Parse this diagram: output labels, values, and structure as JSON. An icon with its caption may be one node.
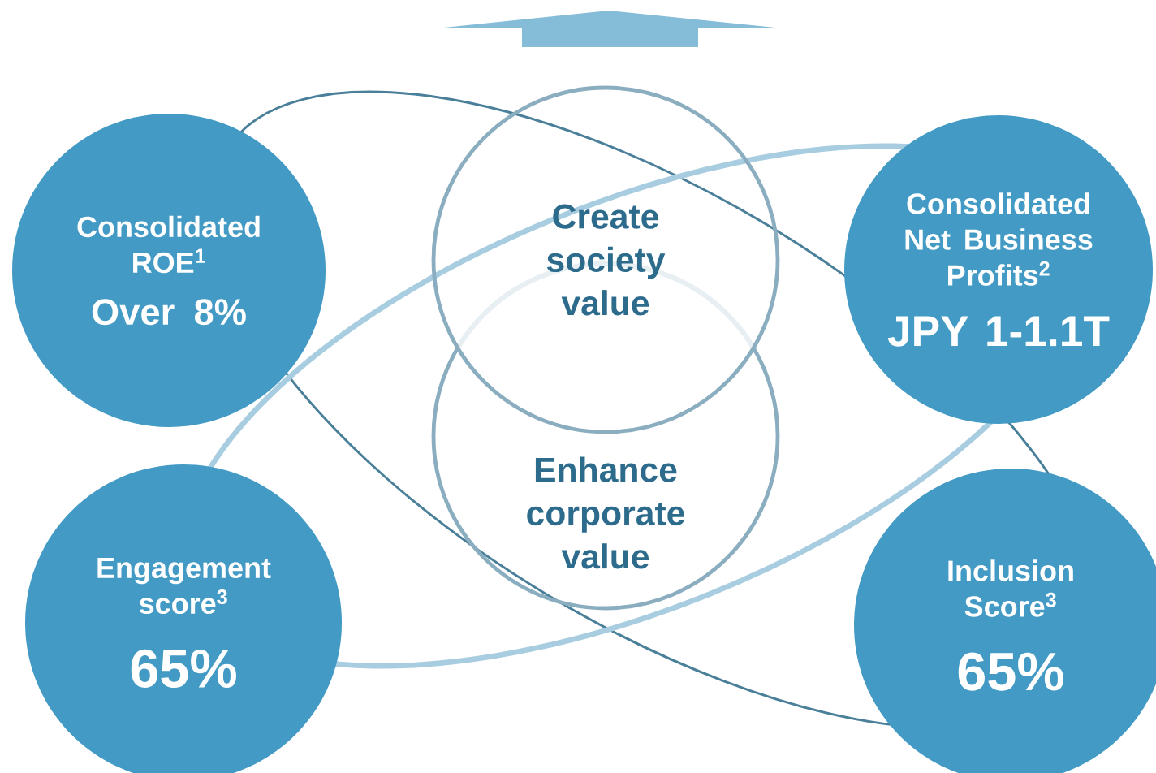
{
  "diagram": {
    "nodes": [
      {
        "text": [
          "Consolidated ROE$^{1}$",
          "Over 8%"
        ]
      },
      {
        "text": [
          "Create society value"
        ]
      },
      {
        "text": [
          "Enhance corporate value"
        ]
      },
      {
        "text": [
          "Consolidated Net Business Profits$^{2}$",
          "JPY 1-1.1T"
        ]
      },
      {
        "text": [
          "Engagement score$^{3}$",
          "65%"
        ]
      },
      {
        "text": [
          "Inclusion Score$^{3}$",
          "65%"
        ]
      }
    ]
  }
}
